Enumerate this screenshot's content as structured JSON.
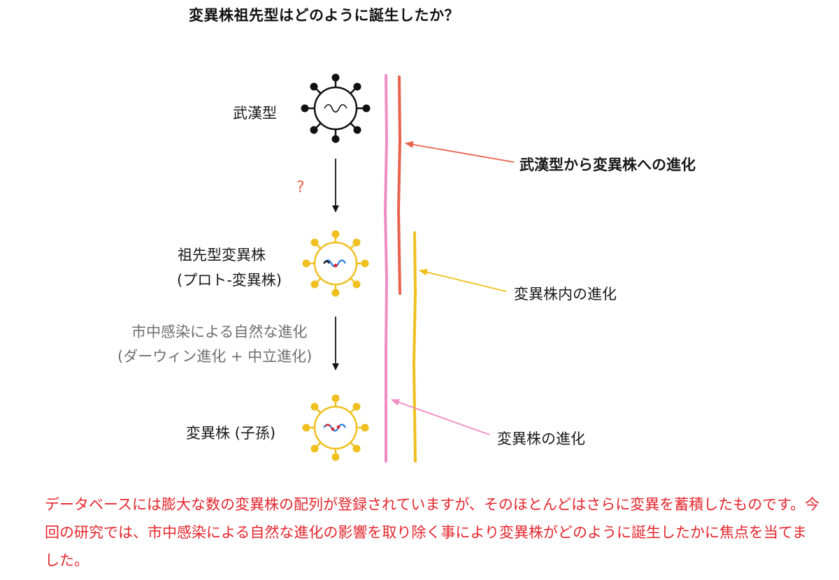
{
  "title": "変異株祖先型はどのように誕生したか？",
  "stages": {
    "wuhan": "武漢型",
    "proto_line1": "祖先型変異株",
    "proto_line2": "(プロト-変異株)",
    "descendant": "変異株 (子孫)"
  },
  "arrows": {
    "unknown": "?",
    "natural_line1": "市中感染による自然な進化",
    "natural_line2": "(ダーウィン進化 + 中立進化)"
  },
  "legend": {
    "wuhan_to_variant": "武漢型から変異株への進化",
    "within_variant": "変異株内の進化",
    "variant_evolution": "変異株の進化"
  },
  "caption": "データベースには膨大な数の変異株の配列が登録されていますが、そのほとんどはさらに変異を蓄積したものです。今回の研究では、市中感染による自然な進化の影響を取り除く事により変異株がどのように誕生したかに焦点を当てました。",
  "colors": {
    "pink": "#f08cc4",
    "red": "#e8624e",
    "yellow": "#f0c020",
    "black": "#111111",
    "rna_blue": "#2a7bd8",
    "rna_red": "#e0262d",
    "caption": "#e3262d"
  },
  "icons": {
    "wuhan": "virus-black-icon",
    "proto": "virus-yellow-icon",
    "descendant": "virus-yellow-icon"
  }
}
